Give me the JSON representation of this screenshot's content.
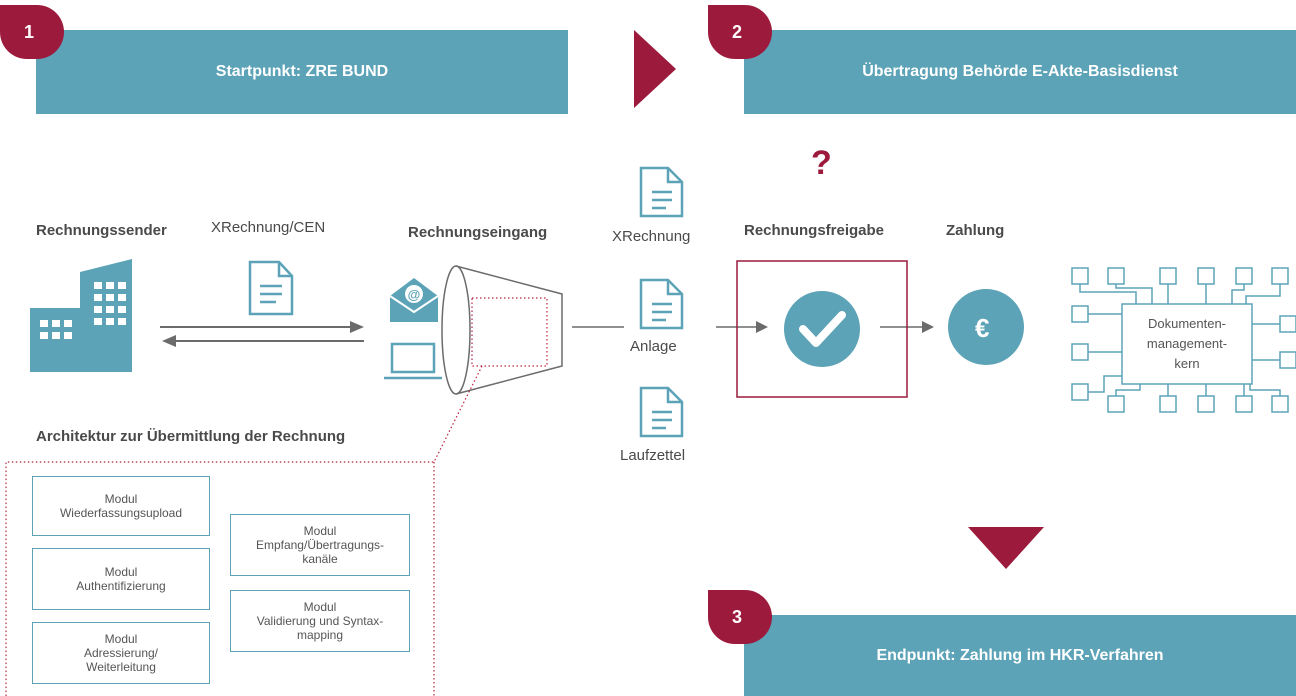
{
  "steps": [
    {
      "number": "1",
      "title": "Startpunkt:  ZRE BUND"
    },
    {
      "number": "2",
      "title": "Übertragung Behörde E-Akte-Basisdienst"
    },
    {
      "number": "3",
      "title": "Endpunkt: Zahlung im HKR-Verfahren"
    }
  ],
  "labels": {
    "sender": "Rechnungssender",
    "format": "XRechnung/CEN",
    "eingang": "Rechnungseingang",
    "freigabe": "Rechnungsfreigabe",
    "zahlung": "Zahlung",
    "question": "?",
    "euro": "€",
    "architecture": "Architektur zur Übermittlung der Rechnung"
  },
  "documents": [
    "XRechnung",
    "Anlage",
    "Laufzettel"
  ],
  "dmk": {
    "line1": "Dokumenten-",
    "line2": "management-",
    "line3": "kern"
  },
  "modules": {
    "m1": {
      "title": "Modul",
      "text": "Wiederfassungsupload"
    },
    "m2": {
      "title": "Modul",
      "text": "Authentifizierung"
    },
    "m3": {
      "title": "Modul",
      "text1": "Adressierung/",
      "text2": "Weiterleitung"
    },
    "m4": {
      "title": "Modul",
      "text1": "Empfang/Übertragungs-",
      "text2": "kanäle"
    },
    "m5": {
      "title": "Modul",
      "text1": "Validierung und Syntax-",
      "text2": "mapping"
    }
  },
  "colors": {
    "teal": "#5ca3b8",
    "crimson": "#9c1a3c",
    "grey": "#6b6b6b"
  }
}
